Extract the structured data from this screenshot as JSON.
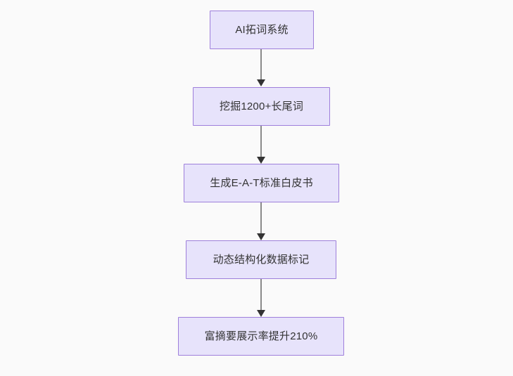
{
  "diagram": {
    "title": "AI SEO content pipeline flowchart",
    "background_color": "#fafafa",
    "node_fill_color": "#e7e3fb",
    "node_border_color": "#9e7fdb",
    "node_text_color": "#333333",
    "edge_line_color": "#8a8a8a",
    "edge_arrow_color": "#333333",
    "orientation": "top-to-bottom",
    "nodes": [
      {
        "id": "n1",
        "label": "AI拓词系统"
      },
      {
        "id": "n2",
        "label": "挖掘1200+长尾词"
      },
      {
        "id": "n3",
        "label": "生成E-A-T标准白皮书"
      },
      {
        "id": "n4",
        "label": "动态结构化数据标记"
      },
      {
        "id": "n5",
        "label": "富摘要展示率提升210%"
      }
    ],
    "edges": [
      {
        "id": "e1",
        "from": "n1",
        "to": "n2",
        "label": ""
      },
      {
        "id": "e2",
        "from": "n2",
        "to": "n3",
        "label": ""
      },
      {
        "id": "e3",
        "from": "n3",
        "to": "n4",
        "label": ""
      },
      {
        "id": "e4",
        "from": "n4",
        "to": "n5",
        "label": ""
      }
    ]
  }
}
